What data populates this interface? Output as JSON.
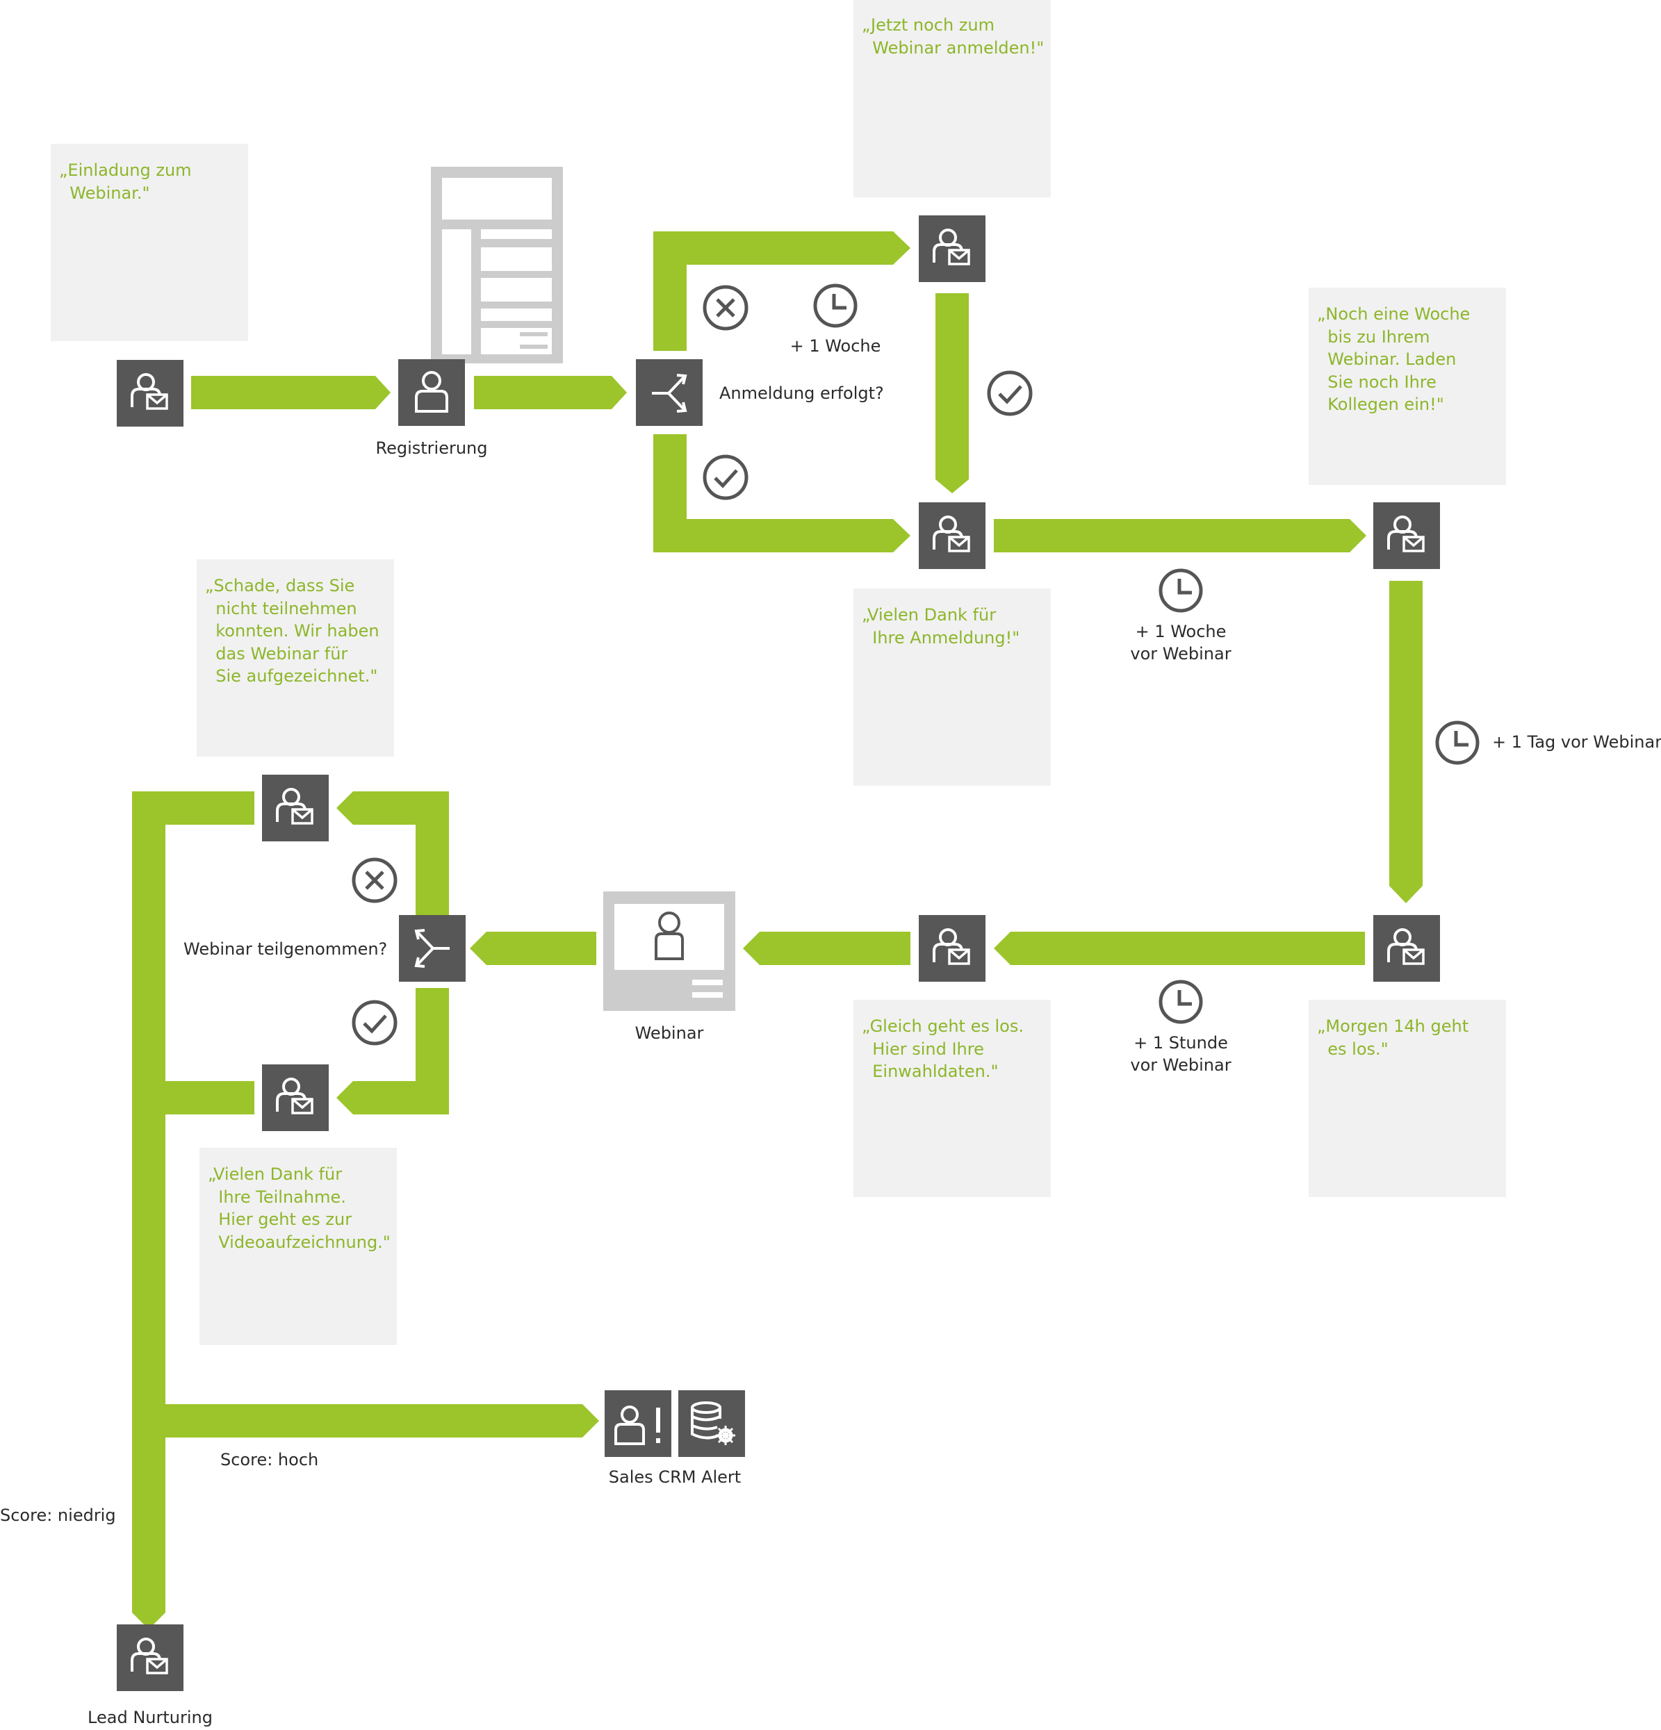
{
  "colors": {
    "flow": "#9bc52a",
    "node": "#575757",
    "note_bg": "#f1f1f1",
    "note_text": "#8db62a",
    "label": "#2b2b2b",
    "icon": "#555555",
    "page": "#cccccc"
  },
  "icons": {
    "mail": "person-mail-icon",
    "form": "form-page-icon",
    "webinar": "webinar-screen-icon",
    "split": "split-decision-icon",
    "timer": "clock-icon",
    "yes": "check-circle-icon",
    "no": "x-circle-icon",
    "alert": "person-alert-icon",
    "crm": "database-gear-icon"
  },
  "notes": {
    "einladung": "„Einladung zum\n  Webinar.\"",
    "jetzt_noch": "„Jetzt noch zum\n  Webinar anmelden!\"",
    "noch_eine_woche": "„Noch eine Woche\n  bis zu Ihrem\n  Webinar. Laden\n  Sie noch Ihre\n  Kollegen ein!\"",
    "vielen_dank_anmeldung": "„Vielen Dank für\n  Ihre Anmeldung!\"",
    "schade": "„Schade, dass Sie\n  nicht teilnehmen\n  konnten. Wir haben\n  das Webinar für\n  Sie aufgezeichnet.\"",
    "gleich_geht_es_los": "„Gleich geht es los.\n  Hier sind Ihre\n  Einwahldaten.\"",
    "morgen": "„Morgen 14h geht\n  es los.\"",
    "vielen_dank_teilnahme": "„Vielen Dank für\n  Ihre Teilnahme.\n  Hier geht es zur\n  Videoaufzeichnung.\""
  },
  "labels": {
    "registrierung": "Registrierung",
    "anmeldung_erfolgt": "Anmeldung erfolgt?",
    "plus_1_woche": "+ 1 Woche",
    "plus_1_woche_vor_webinar": "+ 1 Woche\nvor Webinar",
    "plus_1_tag_vor_webinar": "+ 1 Tag vor Webinar",
    "plus_1_stunde_vor_webinar": "+ 1 Stunde\nvor Webinar",
    "webinar": "Webinar",
    "webinar_teilgenommen": "Webinar teilgenommen?",
    "score_hoch": "Score: hoch",
    "score_niedrig": "Score: niedrig",
    "sales_crm_alert": "Sales CRM Alert",
    "lead_nurturing": "Lead Nurturing"
  }
}
